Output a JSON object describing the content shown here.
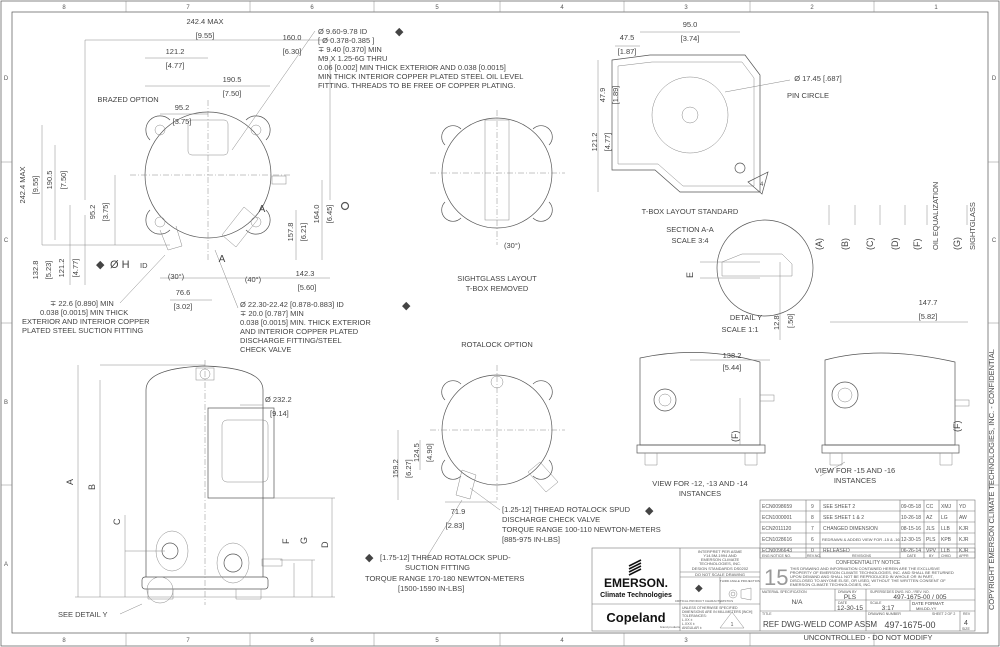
{
  "frame": {
    "zones_h": [
      "8",
      "7",
      "6",
      "5",
      "4",
      "3",
      "2",
      "1"
    ],
    "zones_v": [
      "D",
      "C",
      "B",
      "A"
    ],
    "copyright": "COPYRIGHT EMERSON CLIMATE TECHNOLOGIES, INC. - CONFIDENTIAL"
  },
  "plan": {
    "label": "BRAZED OPTION",
    "top_dims": [
      "242.4 MAX",
      "[9.55]",
      "121.2",
      "[4.77]",
      "190.5",
      "[7.50]",
      "95.2",
      "[3.75]",
      "160.0",
      "[6.30]"
    ],
    "left_dims": [
      "242.4 MAX",
      "[9.55]",
      "190.5",
      "[7.50]",
      "95.2",
      "[3.75]",
      "132.8",
      "[5.23]",
      "121.2",
      "[4.77]"
    ],
    "right_dims": [
      "157.8",
      "[6.21]",
      "164.0",
      "[6.45]",
      "142.3",
      "[5.60]",
      "76.6",
      "[3.02]"
    ],
    "angles": [
      "(30°)",
      "(40°)"
    ],
    "section_marks": [
      "A",
      "A"
    ],
    "hole_label": "Ø H",
    "hole_suffix": "ID",
    "top_note": [
      "Ø 9.60-9.78 ID",
      "[ Ø 0.378-0.385 ]",
      "∓ 9.40 [0.370] MIN",
      "M9 X 1.25-6G THRU",
      "0.06 [0.002] MIN THICK EXTERIOR AND 0.038 [0.0015]",
      "MIN THICK INTERIOR COPPER PLATED STEEL OIL LEVEL",
      "FITTING. THREADS TO BE FREE OF COPPER PLATING."
    ],
    "suction_note": [
      "∓ 22.6 [0.890] MIN",
      "0.038 [0.0015] MIN THICK",
      "EXTERIOR AND INTERIOR COPPER",
      "PLATED STEEL SUCTION FITTING"
    ],
    "discharge_note": [
      "Ø 22.30-22.42 [0.878-0.883] ID",
      "∓ 20.0 [0.787] MIN",
      "0.038 [0.0015] MIN. THICK EXTERIOR",
      "AND INTERIOR COPPER PLATED",
      "DISCHARGE FITTING/STEEL",
      "CHECK VALVE"
    ]
  },
  "sightglass": {
    "angle": "(30°)",
    "title": "SIGHTGLASS LAYOUT",
    "subtitle": "T-BOX REMOVED"
  },
  "tbox": {
    "dims": [
      "95.0",
      "[3.74]",
      "47.5",
      "[1.87]",
      "47.9",
      "[1.89]",
      "121.2",
      "[4.77]"
    ],
    "pin": "Ø 17.45 [.687]",
    "pin_label": "PIN CIRCLE",
    "callout": "4",
    "title": "T-BOX LAYOUT STANDARD",
    "section": "SECTION A-A",
    "scale": "SCALE 3:4"
  },
  "detail": {
    "mark": "E",
    "title": "DETAIL Y",
    "scale": "SCALE 1:1",
    "dims": [
      "12.8",
      "[.50]"
    ]
  },
  "letters": [
    "(A)",
    "(B)",
    "(C)",
    "(D)",
    "(F)",
    "OIL EQUALIZATION",
    "(G)",
    "SIGHTGLASS"
  ],
  "side": {
    "dia": "Ø 232.2",
    "dia_in": "[9.14]",
    "letters": [
      "A",
      "B",
      "C",
      "D",
      "F",
      "G"
    ],
    "see_detail": "SEE DETAIL Y"
  },
  "rotalock": {
    "title": "ROTALOCK OPTION",
    "dims": [
      "159.2",
      "[6.27]",
      "124.5",
      "[4.90]",
      "71.9",
      "[2.83]"
    ],
    "discharge": [
      "[1.25-12] THREAD ROTALOCK SPUD",
      "DISCHARGE CHECK VALVE",
      "TORQUE RANGE 100-110 NEWTON-METERS",
      "[885-975 IN-LBS]"
    ],
    "suction": [
      "[1.75-12] THREAD ROTALOCK SPUD-",
      "SUCTION FITTING",
      "TORQUE RANGE 170-180 NEWTON-METERS",
      "[1500-1590 IN-LBS]"
    ]
  },
  "views": [
    {
      "dims": [
        "138.2",
        "[5.44]"
      ],
      "f": "(F)",
      "label": "VIEW FOR -12, -13 AND -14",
      "label2": "INSTANCES"
    },
    {
      "dims": [
        "147.7",
        "[5.82]"
      ],
      "f": "(F)",
      "label": "VIEW FOR -15 AND -16",
      "label2": "INSTANCES"
    }
  ],
  "revisions": {
    "rows": [
      [
        "ECN0098659",
        "9",
        "SEE SHEET 2",
        "09-05-18",
        "CC",
        "XMJ",
        "YD"
      ],
      [
        "ECN1000001",
        "8",
        "SEE SHEET 1 & 2",
        "10-26-18",
        "AZ",
        "LG",
        "AW"
      ],
      [
        "ECN2011120",
        "7",
        "CHANGED DIMENSION",
        "08-15-16",
        "JLS",
        "LLB",
        "KJR"
      ],
      [
        "ECN1028616",
        "6",
        "REDRAWN & ADDED VIEW FOR -15 & -16",
        "12-30-15",
        "PLS",
        "KPB",
        "KJR"
      ],
      [
        "ECN0096643",
        "0",
        "RELEASED",
        "06-26-14",
        "VPV",
        "LLB",
        "KJR"
      ]
    ],
    "header": [
      "ENG NOTICE NO.",
      "REV.NO.",
      "REVISIONS",
      "DATE",
      "BY",
      "CHKD",
      "APPR"
    ]
  },
  "title_block": {
    "brand": "EMERSON.",
    "brand_sub": "Climate Technologies",
    "brand2": "Copeland",
    "brand2_sub": "brand products",
    "interpret": [
      "INTERPRET PER ASME",
      "Y14.5M-1994 AND",
      "EMERSON CLIMATE",
      "TECHNOLOGIES, INC.",
      "DESIGN STANDARDS DS0202"
    ],
    "no_scale": "DO NOT SCALE DRAWING",
    "critical": "CRITICAL PRODUCT CHARACTERISTICS",
    "projection": "THIRD ANGLE PROJECTION",
    "tolerance": [
      "UNLESS OTHERWISE SPECIFIED",
      "DIMENSIONS ARE IN MILLIMETERS [INCH]",
      "TOLERANCES:",
      "L.XX ±",
      "L.XXX ±",
      "ANGULAR ±"
    ],
    "tol_callout": "1",
    "sheet_num": "15",
    "confidential_title": "CONFIDENTIALITY NOTICE",
    "confidential": [
      "THIS DRAWING AND INFORMATION CONTAINED HEREIN ARE THE EXCLUSIVE",
      "PROPERTY OF EMERSON CLIMATE TECHNOLOGIES, INC. AND SHALL BE RETURNED",
      "UPON DEMAND AND SHALL NOT BE REPRODUCED IN WHOLE OR IN PART,",
      "DISCLOSED TO ANYONE ELSE, OR USED, WITHOUT THE WRITTEN CONSENT OF",
      "EMERSON CLIMATE TECHNOLOGIES, INC."
    ],
    "material_label": "MATERIAL SPECIFICATION",
    "material": "N/A",
    "drawn_label": "DRAWN BY",
    "drawn": "PLS",
    "date_label": "DATE",
    "date": "12-30-15",
    "supersedes_label": "SUPERSEDES DWG. NO. / REV. NO.",
    "supersedes": "497-1675-00 / 005",
    "scale_label": "SCALE",
    "scale": "3:17",
    "format_label": "DATE FORMAT:",
    "format": "MM-DD-YY",
    "title_label": "TITLE",
    "title": "REF DWG-WELD COMP ASSM",
    "drawing_label": "DRAWING NUMBER",
    "drawing": "497-1675-00",
    "sheet_label": "SHEET 2 OF 2",
    "rev_label": "REV",
    "rev": "4",
    "size": "SIZE",
    "uncontrolled": "UNCONTROLLED - DO NOT MODIFY"
  }
}
